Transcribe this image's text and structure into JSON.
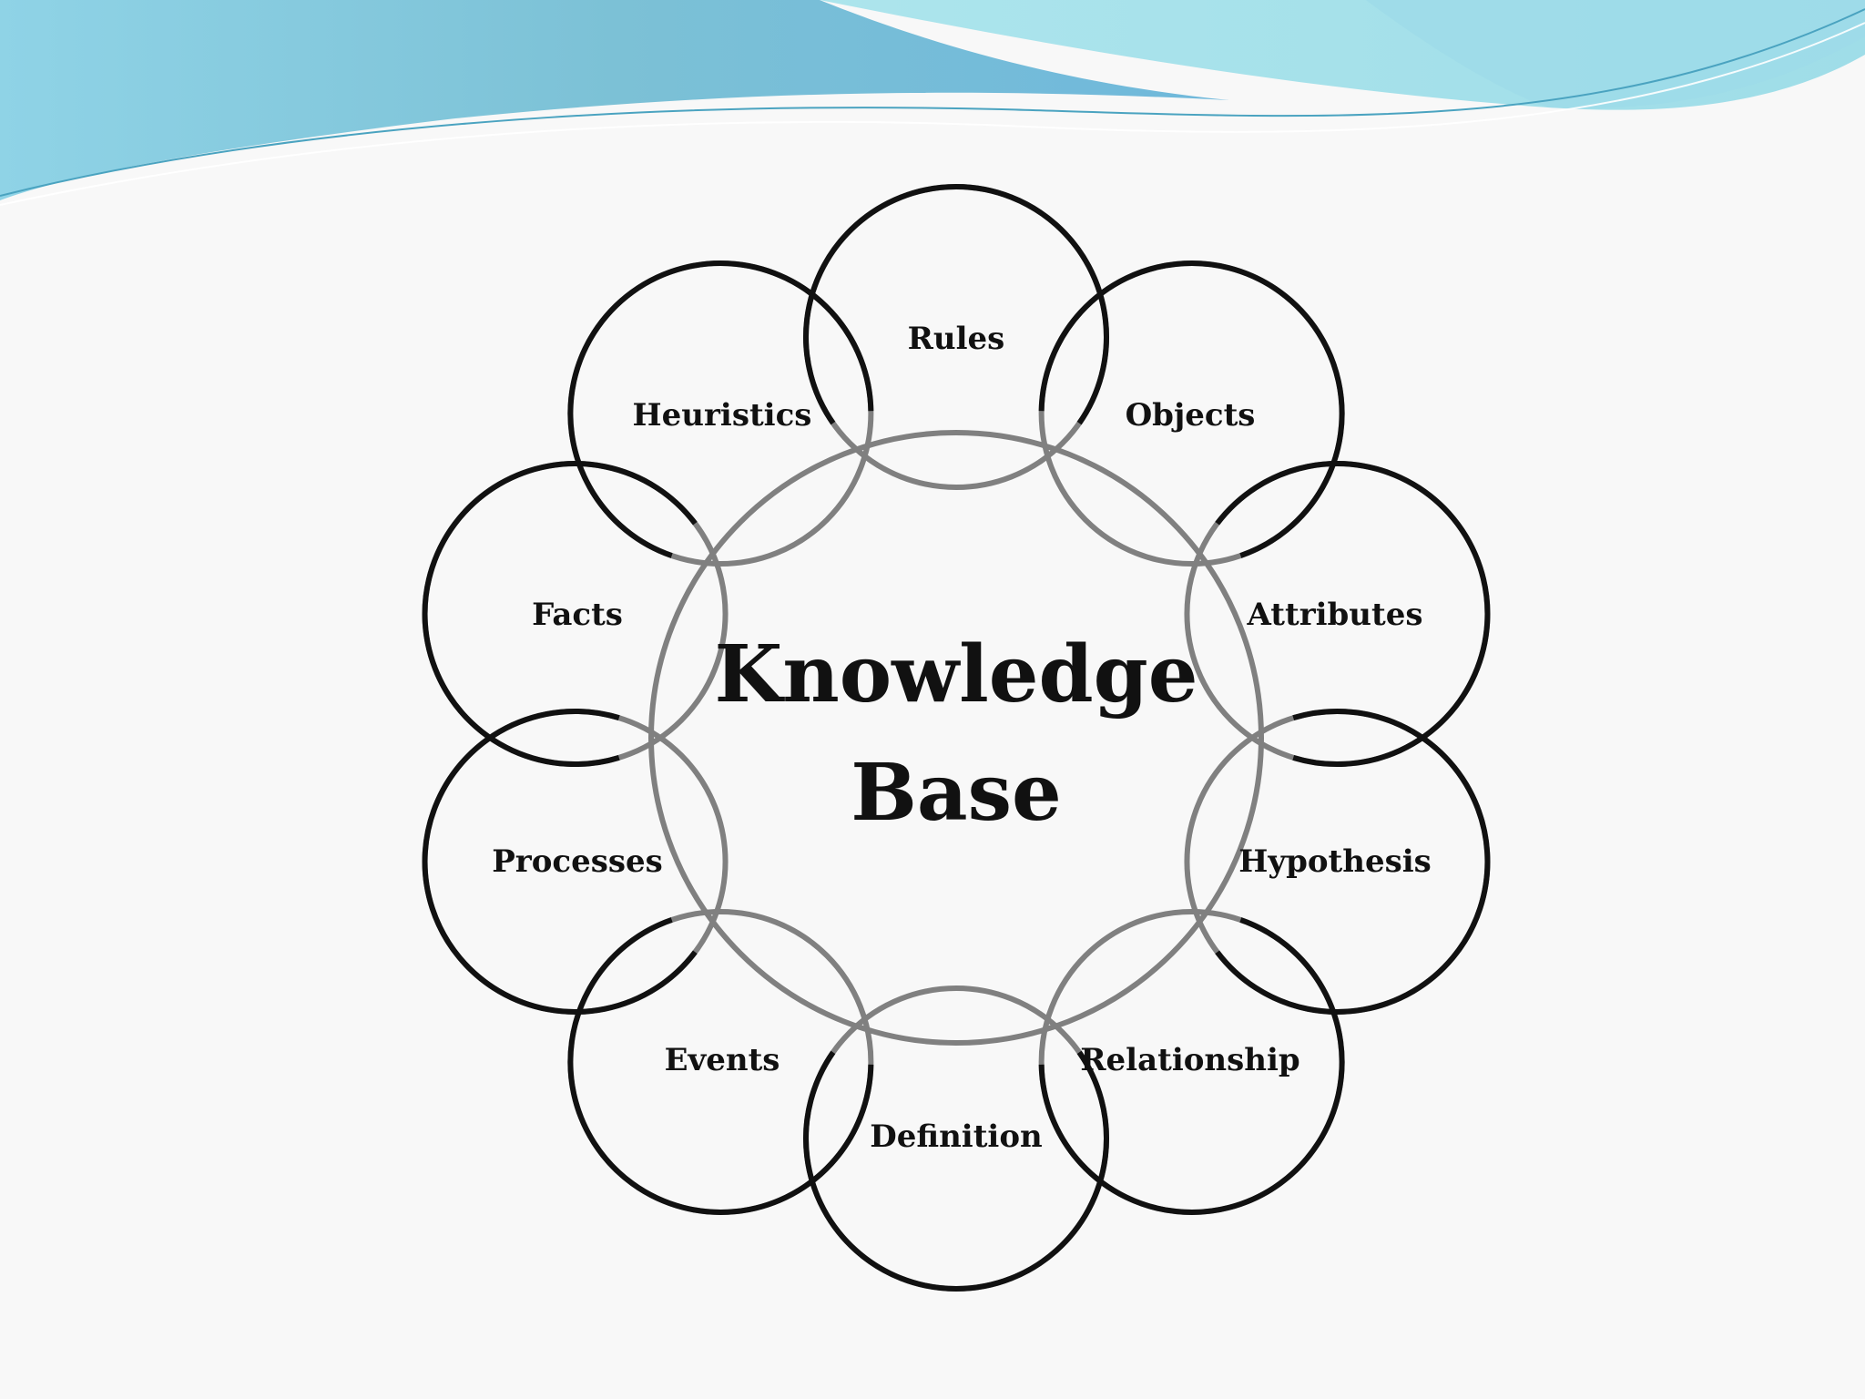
{
  "center": {
    "line1": "Knowledge",
    "line2": "Base"
  },
  "nodes": [
    {
      "id": "rules",
      "label": "Rules"
    },
    {
      "id": "objects",
      "label": "Objects"
    },
    {
      "id": "attributes",
      "label": "Attributes"
    },
    {
      "id": "hypothesis",
      "label": "Hypothesis"
    },
    {
      "id": "relationship",
      "label": "Relationship"
    },
    {
      "id": "definition",
      "label": "Definition"
    },
    {
      "id": "events",
      "label": "Events"
    },
    {
      "id": "processes",
      "label": "Processes"
    },
    {
      "id": "facts",
      "label": "Facts"
    },
    {
      "id": "heuristics",
      "label": "Heuristics"
    }
  ],
  "colors": {
    "background": "#f8f8f8",
    "outer_stroke": "#111111",
    "inner_stroke": "#808080",
    "wave_light": "#a8e4ec",
    "wave_dark": "#7ec3d8"
  }
}
